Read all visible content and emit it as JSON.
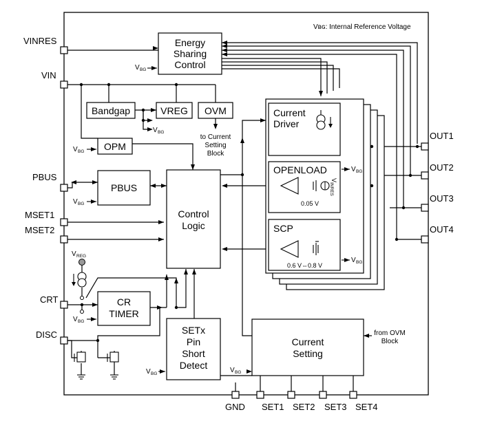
{
  "note": "Vʙɢ: Internal Reference Voltage",
  "pins": {
    "vinres": "VINRES",
    "vin": "VIN",
    "pbus": "PBUS",
    "mset1": "MSET1",
    "mset2": "MSET2",
    "crt": "CRT",
    "disc": "DISC",
    "gnd": "GND",
    "set1": "SET1",
    "set2": "SET2",
    "set3": "SET3",
    "set4": "SET4",
    "out1": "OUT1",
    "out2": "OUT2",
    "out3": "OUT3",
    "out4": "OUT4"
  },
  "blocks": {
    "energy_sharing_l1": "Energy",
    "energy_sharing_l2": "Sharing",
    "energy_sharing_l3": "Control",
    "bandgap": "Bandgap",
    "vreg": "VREG",
    "ovm": "OVM",
    "opm": "OPM",
    "pbus": "PBUS",
    "control_logic_l1": "Control",
    "control_logic_l2": "Logic",
    "cr_timer_l1": "CR",
    "cr_timer_l2": "TIMER",
    "setx_l1": "SETx",
    "setx_l2": "Pin",
    "setx_l3": "Short",
    "setx_l4": "Detect",
    "current_driver_l1": "Current",
    "current_driver_l2": "Driver",
    "openload": "OPENLOAD",
    "scp": "SCP",
    "current_setting_l1": "Current",
    "current_setting_l2": "Setting"
  },
  "labels": {
    "vbg_v": "V",
    "vbg_sub": "BG",
    "vreg_v": "V",
    "vreg_sub": "REG",
    "vinres_v": "V",
    "vinres_sub": "INRES",
    "to_current_setting_l1": "to Current",
    "to_current_setting_l2": "Setting",
    "to_current_setting_l3": "Block",
    "from_ovm_l1": "from OVM",
    "from_ovm_l2": "Block",
    "openload_threshold": "0.05 V",
    "scp_threshold": "0.6 V⇔0.8 V"
  }
}
